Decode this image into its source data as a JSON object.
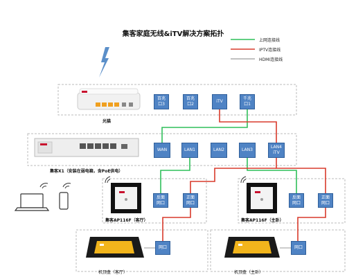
{
  "title": "集客家庭无线&iTV解决方案拓扑",
  "legend": [
    {
      "label": "上网连接线",
      "color": "#2fbf5a"
    },
    {
      "label": "IPTV连接线",
      "color": "#d93a2b"
    },
    {
      "label": "HDMI连接线",
      "color": "#9a9a9a"
    }
  ],
  "optical_modem": {
    "label": "光猫",
    "ports": [
      "百兆\n口3",
      "百兆\n口2",
      "iTV",
      "千兆\n口1"
    ]
  },
  "router": {
    "label": "集客X1（安装在弱电箱，含PoE供电）",
    "ports": [
      "WAN",
      "LAN1",
      "LAN2",
      "LAN3",
      "LAN4\niTV"
    ]
  },
  "ap_living": {
    "label": "集客AP116F（客厅）",
    "ports": [
      "反面\n网口",
      "正面\n网口"
    ]
  },
  "ap_bedroom": {
    "label": "集客AP116F（主卧）",
    "ports": [
      "反面\n网口",
      "正面\n网口"
    ]
  },
  "stb_living": {
    "label": "机顶盒（客厅）",
    "port": "网口"
  },
  "stb_bedroom": {
    "label": "机顶盒（主卧）",
    "port": "网口"
  },
  "colors": {
    "port_fill": "#4f83c4",
    "wan_line": "#2fbf5a",
    "iptv_line": "#d93a2b",
    "hdmi_line": "#9a9a9a",
    "lightning": "#5b8fc9"
  }
}
